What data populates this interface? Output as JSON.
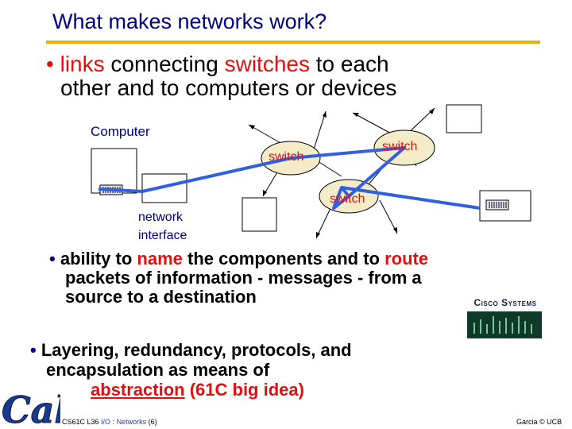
{
  "title": "What makes networks work?",
  "bullet1": {
    "marker": "•",
    "line1_part_a": "links",
    "line1_part_b": " connecting ",
    "line1_part_c": "switches",
    "line1_part_d": " to each",
    "line2": "other and to computers or devices"
  },
  "diagram": {
    "computer_label": "Computer",
    "network_label_line1": "network",
    "network_label_line2": "interface",
    "switch_left": "switch",
    "switch_right": "switch",
    "switch_bottom": "switch"
  },
  "bullet2": {
    "marker": "•",
    "line1_part_a": "ability to ",
    "line1_part_b": "name",
    "line1_part_c": " the components and to ",
    "line1_part_d": "route",
    "line2": "packets of information - messages - from a",
    "line3": "source to a destination"
  },
  "bullet3": {
    "marker": "•",
    "line1": "Layering, redundancy, protocols, and",
    "line2": "encapsulation as means of",
    "line3_part_a": "abstraction",
    "line3_part_b": " (61C big idea)"
  },
  "logos": {
    "cisco_text": "Cisco Systems",
    "cal_text": "Cal"
  },
  "footer": {
    "left_a": "CS61C L36 ",
    "left_b": "I/O",
    "left_c": " : ",
    "left_d": "Networks",
    "left_e": " (6)",
    "right": "Garcia © UCB"
  },
  "colors": {
    "title": "#000080",
    "accent_red": "#e01010",
    "rule": "#e8b400",
    "route": "#3060e0",
    "switch_fill": "#f4ecc8"
  }
}
